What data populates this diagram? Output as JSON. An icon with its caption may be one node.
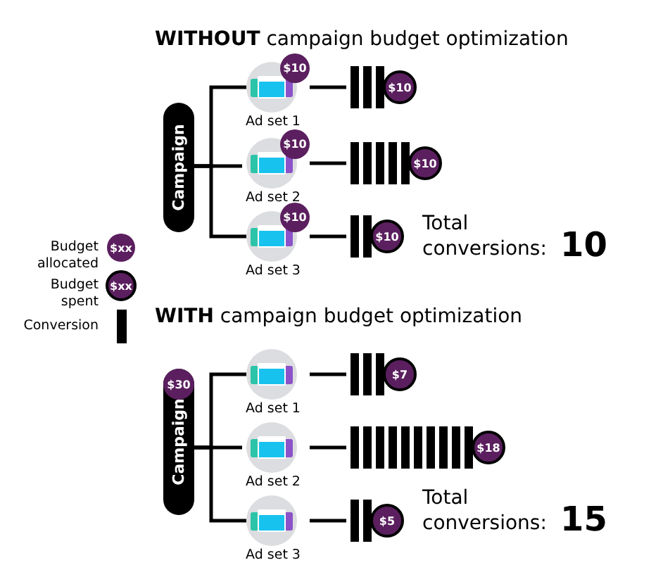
{
  "diagram": {
    "nodes": [
      {
        "text": [
          "Campaign"
        ]
      },
      {
        "text": [
          "$10",
          "Ad set 1"
        ]
      },
      {
        "text": [
          "$10",
          "Ad set 2"
        ]
      },
      {
        "text": [
          "$10",
          "Ad set 3"
        ]
      },
      {
        "text": [
          "$10"
        ]
      },
      {
        "text": [
          "$10"
        ]
      },
      {
        "text": [
          "$10"
        ]
      },
      {
        "text": [
          "$30",
          "Campaign"
        ]
      },
      {
        "text": [
          "Ad set 1"
        ]
      },
      {
        "text": [
          "Ad set 2"
        ]
      },
      {
        "text": [
          "Ad set 3"
        ]
      },
      {
        "text": [
          "$7"
        ]
      },
      {
        "text": [
          "$18"
        ]
      },
      {
        "text": [
          "$5"
        ]
      }
    ],
    "edges": [
      {
        "from": 0,
        "to": 1,
        "arrow": "none"
      },
      {
        "from": 0,
        "to": 2,
        "arrow": "none"
      },
      {
        "from": 0,
        "to": 3,
        "arrow": "none"
      },
      {
        "from": 1,
        "to": 4,
        "arrow": "none"
      },
      {
        "from": 2,
        "to": 5,
        "arrow": "none"
      },
      {
        "from": 3,
        "to": 6,
        "arrow": "none"
      },
      {
        "from": 7,
        "to": 8,
        "arrow": "none"
      },
      {
        "from": 7,
        "to": 9,
        "arrow": "none"
      },
      {
        "from": 7,
        "to": 10,
        "arrow": "none"
      },
      {
        "from": 8,
        "to": 11,
        "arrow": "none"
      },
      {
        "from": 9,
        "to": 12,
        "arrow": "none"
      },
      {
        "from": 10,
        "to": 13,
        "arrow": "none"
      }
    ],
    "labels": [
      "**WITHOUT** campaign budget optimization",
      "Total conversions:",
      "10",
      "$xx",
      "$xx",
      "**WITH** campaign budget optimization",
      "Total conversions:",
      "15"
    ],
    "legend": [
      {
        "text": "Budget allocated"
      },
      {
        "text": "Budget spent"
      },
      {
        "text": "Conversion"
      }
    ]
  }
}
